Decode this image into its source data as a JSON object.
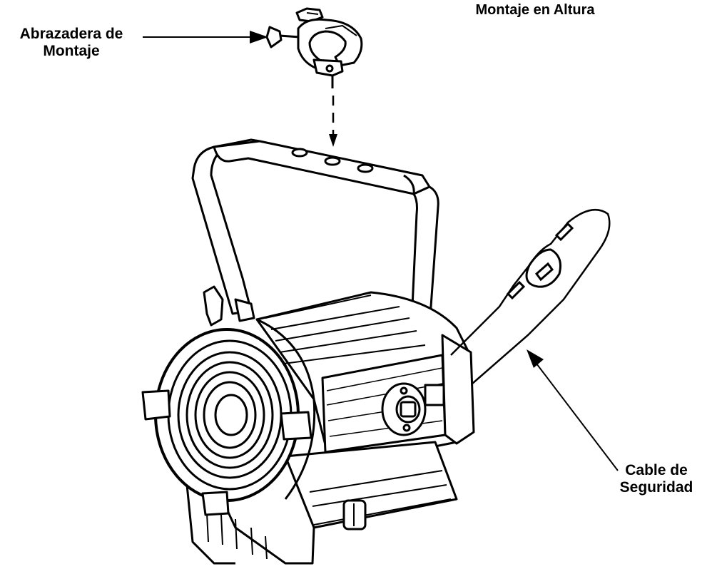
{
  "diagram": {
    "title_partial": "Montaje en Altura",
    "labels": {
      "clamp_line1": "Abrazadera de",
      "clamp_line2": "Montaje",
      "cable_line1": "Cable de",
      "cable_line2": "Seguridad"
    }
  }
}
